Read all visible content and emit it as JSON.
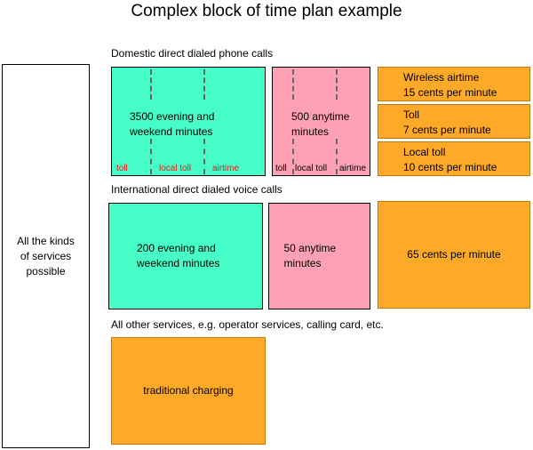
{
  "title": "Complex block of time plan example",
  "services_label": "All the kinds of services possible",
  "domestic": {
    "heading": "Domestic direct dialed phone calls",
    "evening_block": "3500 evening and weekend minutes",
    "anytime_block": "500 anytime minutes",
    "evening_segments": [
      "toll",
      "local toll",
      "airtime"
    ],
    "anytime_segments": [
      "toll",
      "local toll",
      "airtime"
    ],
    "rates": [
      {
        "name": "Wireless airtime",
        "price": "15 cents per minute"
      },
      {
        "name": "Toll",
        "price": "7 cents per minute"
      },
      {
        "name": "Local toll",
        "price": "10 cents per minute"
      }
    ]
  },
  "international": {
    "heading": "International direct dialed voice calls",
    "evening_block": "200 evening and weekend minutes",
    "anytime_block": "50 anytime minutes",
    "rate": "65 cents per minute"
  },
  "other": {
    "heading": "All other services, e.g. operator services, calling card, etc.",
    "block": "traditional charging"
  },
  "colors": {
    "evening": "#47fdc8",
    "anytime": "#ffa1b4",
    "rate": "#fea927",
    "segment_label_evening": "#e41c1c"
  }
}
